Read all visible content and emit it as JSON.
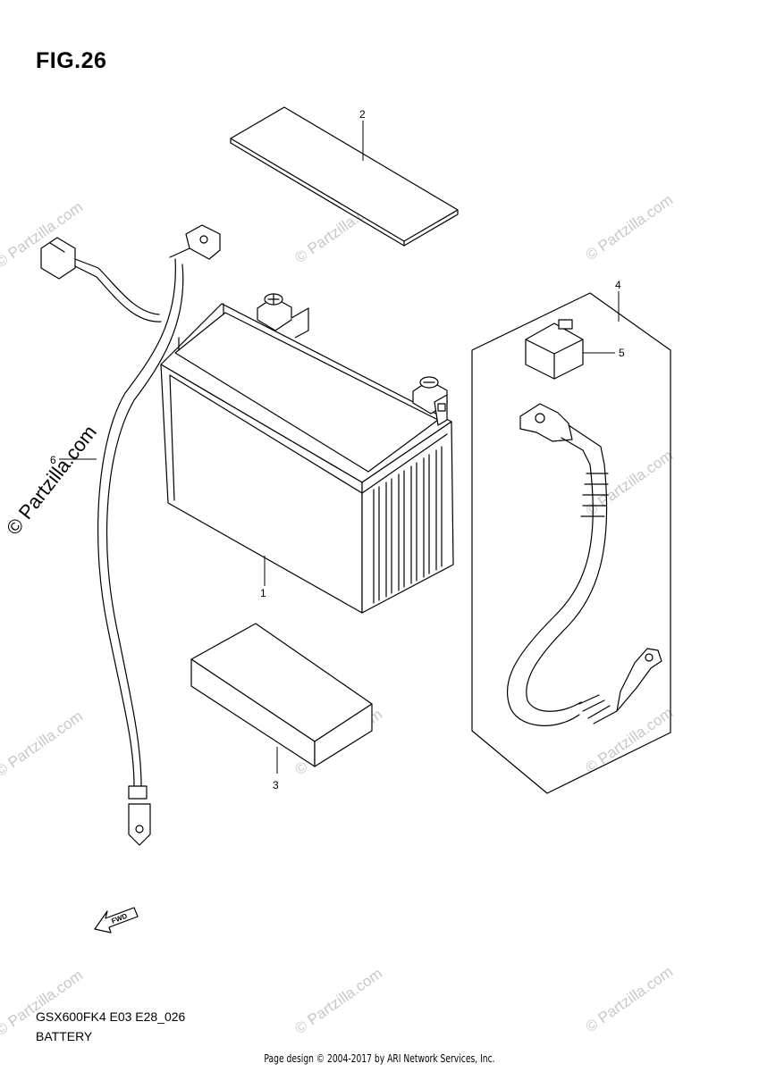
{
  "figure": {
    "title": "FIG.26"
  },
  "footer": {
    "model_code": "GSX600FK4 E03 E28_026",
    "diagram_name": "BATTERY",
    "copyright": "Page design © 2004-2017 by ARI Network Services, Inc."
  },
  "watermark": {
    "text": "© Partzilla.com",
    "side_text": "© Partzilla.com"
  },
  "parts": [
    {
      "callout": "1"
    },
    {
      "callout": "2"
    },
    {
      "callout": "3"
    },
    {
      "callout": "4"
    },
    {
      "callout": "5"
    },
    {
      "callout": "6"
    }
  ],
  "fwd_arrow": {
    "label": "FWD"
  },
  "colors": {
    "ink": "#000000",
    "watermark": "#c8c8c8",
    "background": "#ffffff"
  }
}
